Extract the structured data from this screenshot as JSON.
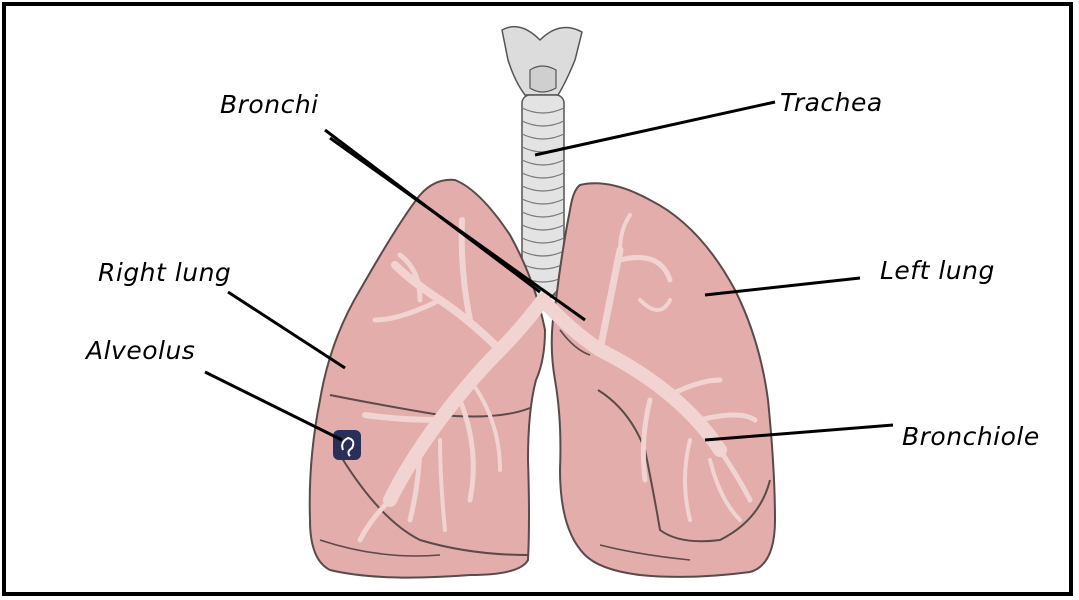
{
  "labels": {
    "bronchi": "Bronchi",
    "trachea": "Trachea",
    "right_lung": "Right lung",
    "left_lung": "Left lung",
    "alveolus": "Alveolus",
    "bronchiole": "Bronchiole"
  },
  "colors": {
    "lung_fill": "#e2adaa",
    "lung_outline": "#5a4a4a",
    "bronchi_tree": "#f1d3d1",
    "trachea_fill": "#dcdcdc",
    "alveolus_fill": "#2a2f5a",
    "frame": "#000000"
  }
}
